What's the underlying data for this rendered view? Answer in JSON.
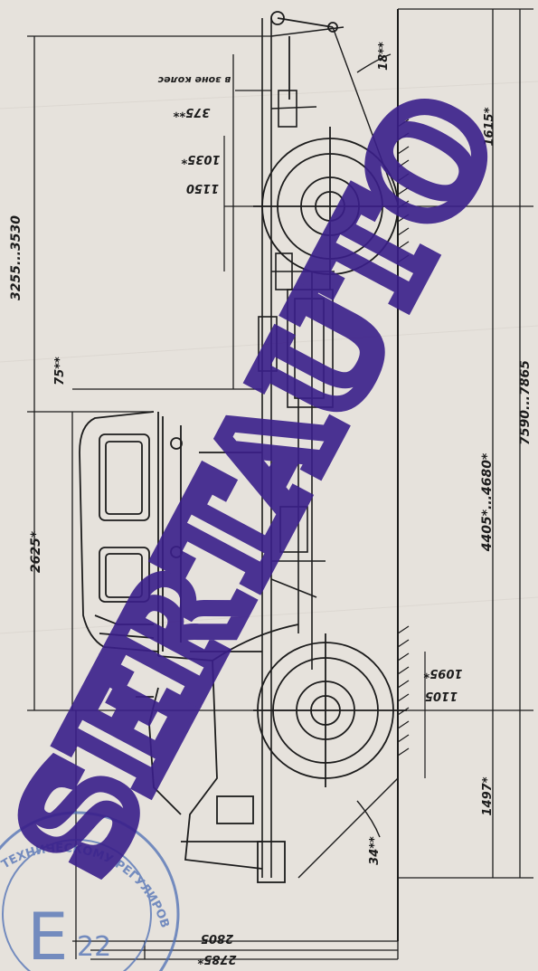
{
  "dimensions": {
    "height_range": "3255...3530",
    "cab_height": "2625*",
    "angle_top": "75**",
    "zone_note": "в зоне колес",
    "zone_value": "375**",
    "rear_wheel_size_a": "1035*",
    "rear_wheel_size_b": "1150",
    "front_wheel_size_a": "1095*",
    "front_wheel_size_b": "1105",
    "rear_overhang": "1615*",
    "wheelbase": "4405*...4680*",
    "total_length": "7590...7865",
    "front_overhang": "1497*",
    "departure_angle": "18**",
    "approach_angle": "34**",
    "width_a": "2805",
    "width_b": "2785*"
  },
  "watermark": "SERTAUTO",
  "stamp": {
    "ring_text": "ТЕХНИЧЕСКОМУ РЕГУЛИРОВАНИЮ АДМИНИСТРАТИВНО",
    "letter": "E",
    "number": "22"
  },
  "colors": {
    "paper": "#e6e2dc",
    "ink": "#1c1c1c",
    "watermark": "#3a1f8a",
    "stamp": "#4d6fb5"
  }
}
